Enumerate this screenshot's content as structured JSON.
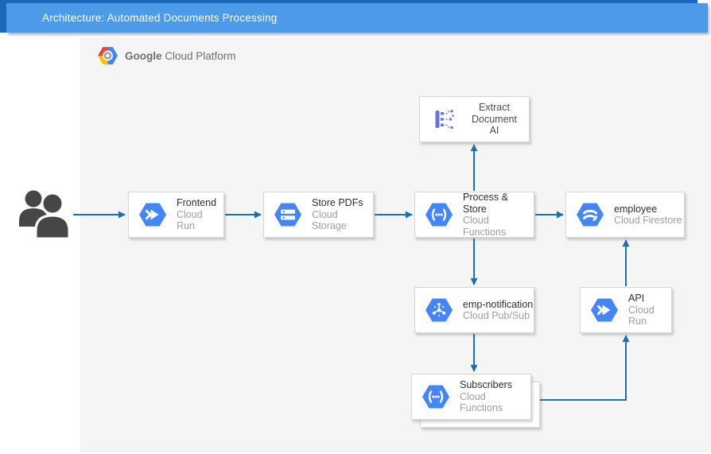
{
  "banner": {
    "title": "Architecture: Automated Documents Processing"
  },
  "platform": {
    "brand_bold": "Google",
    "brand_rest": " Cloud Platform",
    "logo_icon": "google-cloud-hexagon-logo"
  },
  "actor": {
    "icon": "users-icon"
  },
  "nodes": [
    {
      "id": "frontend",
      "title": "Frontend",
      "subtitle": "Cloud Run",
      "icon": "cloud-run-icon"
    },
    {
      "id": "store-pdfs",
      "title": "Store PDFs",
      "subtitle": "Cloud Storage",
      "icon": "cloud-storage-icon"
    },
    {
      "id": "process-store",
      "title": "Process & Store",
      "subtitle": "Cloud Functions",
      "icon": "cloud-functions-icon"
    },
    {
      "id": "employee",
      "title": "employee",
      "subtitle": "Cloud Firestore",
      "icon": "cloud-firestore-icon"
    },
    {
      "id": "extract",
      "title": "Extract",
      "subtitle": "Document AI",
      "icon": "document-ai-icon"
    },
    {
      "id": "emp-notification",
      "title": "emp-notification",
      "subtitle": "Cloud Pub/Sub",
      "icon": "cloud-pubsub-icon"
    },
    {
      "id": "api",
      "title": "API",
      "subtitle": "Cloud Run",
      "icon": "cloud-run-icon"
    },
    {
      "id": "subscribers",
      "title": "Subscribers",
      "subtitle": "Cloud Functions",
      "icon": "cloud-functions-icon",
      "stacked": true
    }
  ],
  "edges": [
    {
      "from": "users",
      "to": "frontend"
    },
    {
      "from": "frontend",
      "to": "store-pdfs"
    },
    {
      "from": "store-pdfs",
      "to": "process-store"
    },
    {
      "from": "process-store",
      "to": "employee"
    },
    {
      "from": "process-store",
      "to": "extract"
    },
    {
      "from": "process-store",
      "to": "emp-notification"
    },
    {
      "from": "emp-notification",
      "to": "subscribers"
    },
    {
      "from": "subscribers",
      "to": "api"
    },
    {
      "from": "api",
      "to": "employee"
    }
  ],
  "colors": {
    "banner_blue": "#4e9aea",
    "banner_dark_blue": "#1b67b9",
    "panel_bg": "#f5f5f5",
    "arrow_blue": "#1a70b0",
    "hexagon_blue": "#4386FA",
    "document_ai_indigo": "#6673E6",
    "actor_gray": "#464646"
  }
}
